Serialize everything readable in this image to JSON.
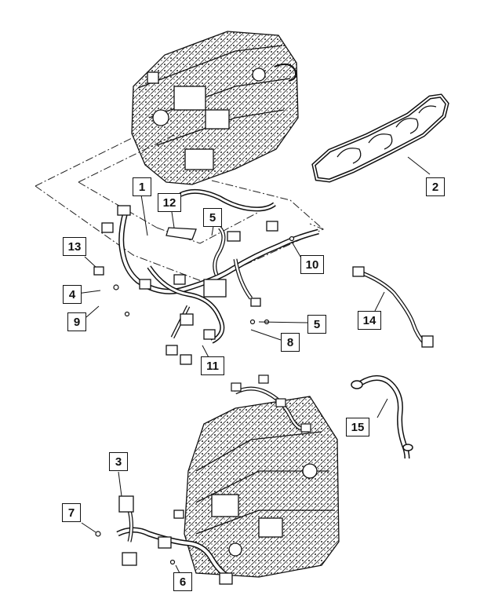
{
  "callouts": [
    {
      "id": "1",
      "label": "1"
    },
    {
      "id": "2",
      "label": "2"
    },
    {
      "id": "3",
      "label": "3"
    },
    {
      "id": "4",
      "label": "4"
    },
    {
      "id": "5a",
      "label": "5"
    },
    {
      "id": "5b",
      "label": "5"
    },
    {
      "id": "6",
      "label": "6"
    },
    {
      "id": "7",
      "label": "7"
    },
    {
      "id": "8",
      "label": "8"
    },
    {
      "id": "9",
      "label": "9"
    },
    {
      "id": "10",
      "label": "10"
    },
    {
      "id": "11",
      "label": "11"
    },
    {
      "id": "12",
      "label": "12"
    },
    {
      "id": "13",
      "label": "13"
    },
    {
      "id": "14",
      "label": "14"
    },
    {
      "id": "15",
      "label": "15"
    }
  ],
  "colors": {
    "line": "#111111",
    "background": "#ffffff"
  }
}
